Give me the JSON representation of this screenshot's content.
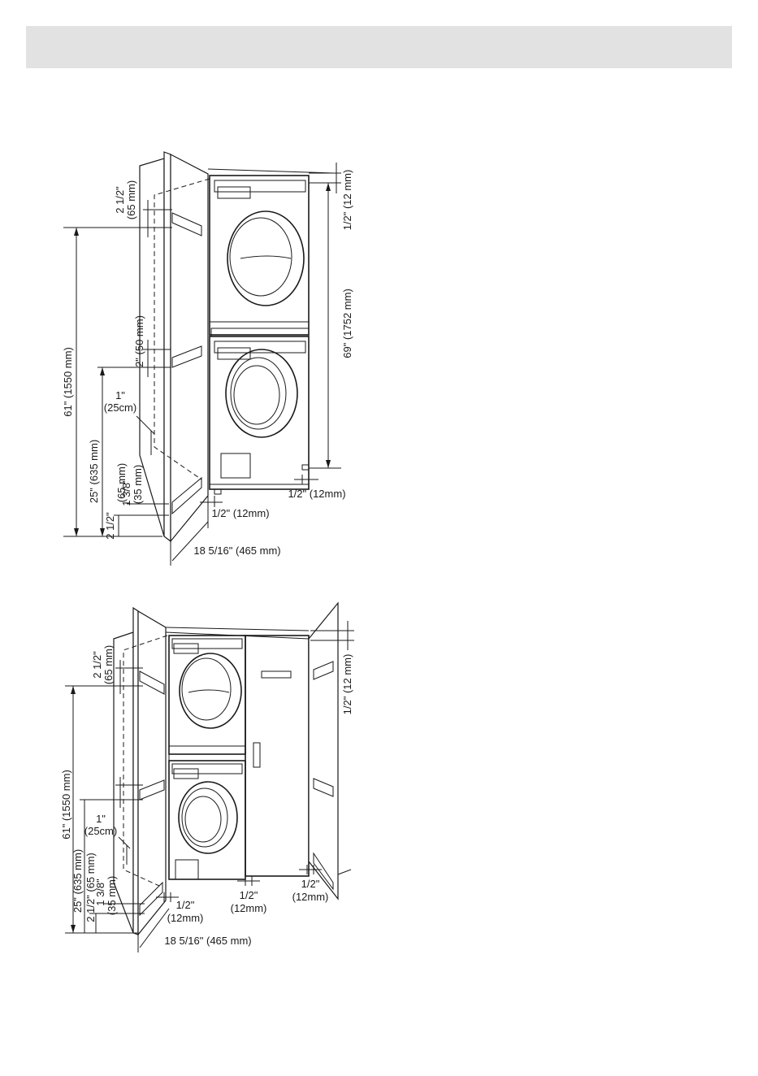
{
  "labels": {
    "top_height_61": "61\" (1550 mm)",
    "top_height_25": "25\" (635 mm)",
    "top_height_2half": "2 1/2\" (65 mm)",
    "top_1_3_8": "1 3/8\"",
    "top_35mm": "(35 mm)",
    "top_2_1_2_bottom": "2 1/2\"",
    "top_65mm_bottom": "(65 mm)",
    "top_2in": "2\" (50 mm)",
    "top_2half_upper_a": "2 1/2\"",
    "top_2half_upper_b": "(65 mm)",
    "top_1in_a": "1\"",
    "top_1in_b": "(25cm)",
    "top_half_12": "1/2\" (12 mm)",
    "top_69": "69\" (1752 mm)",
    "top_half_12mm_right": "1/2\" (12mm)",
    "top_half_12mm_center": "1/2\" (12mm)",
    "top_depth": "18 5/16\" (465 mm)",
    "bot_height_61": "61\" (1550 mm)",
    "bot_height_25": "25\" (635 mm)",
    "bot_2half_upper_a": "2 1/2\"",
    "bot_2half_upper_b": "(65 mm)",
    "bot_1in_a": "1\"",
    "bot_1in_b": "(25cm)",
    "bot_2half_lower": "2 1/2\" (65 mm)",
    "bot_1_3_8": "1 3/8\"",
    "bot_35mm": "(35 mm)",
    "bot_half_a": "1/2\"",
    "bot_12mm_a": "(12mm)",
    "bot_half_b": "1/2\"",
    "bot_12mm_b": "(12mm)",
    "bot_half_c": "1/2\"",
    "bot_12mm_c": "(12mm)",
    "bot_half_12_right": "1/2\" (12 mm)",
    "bot_depth": "18 5/16\" (465 mm)"
  }
}
